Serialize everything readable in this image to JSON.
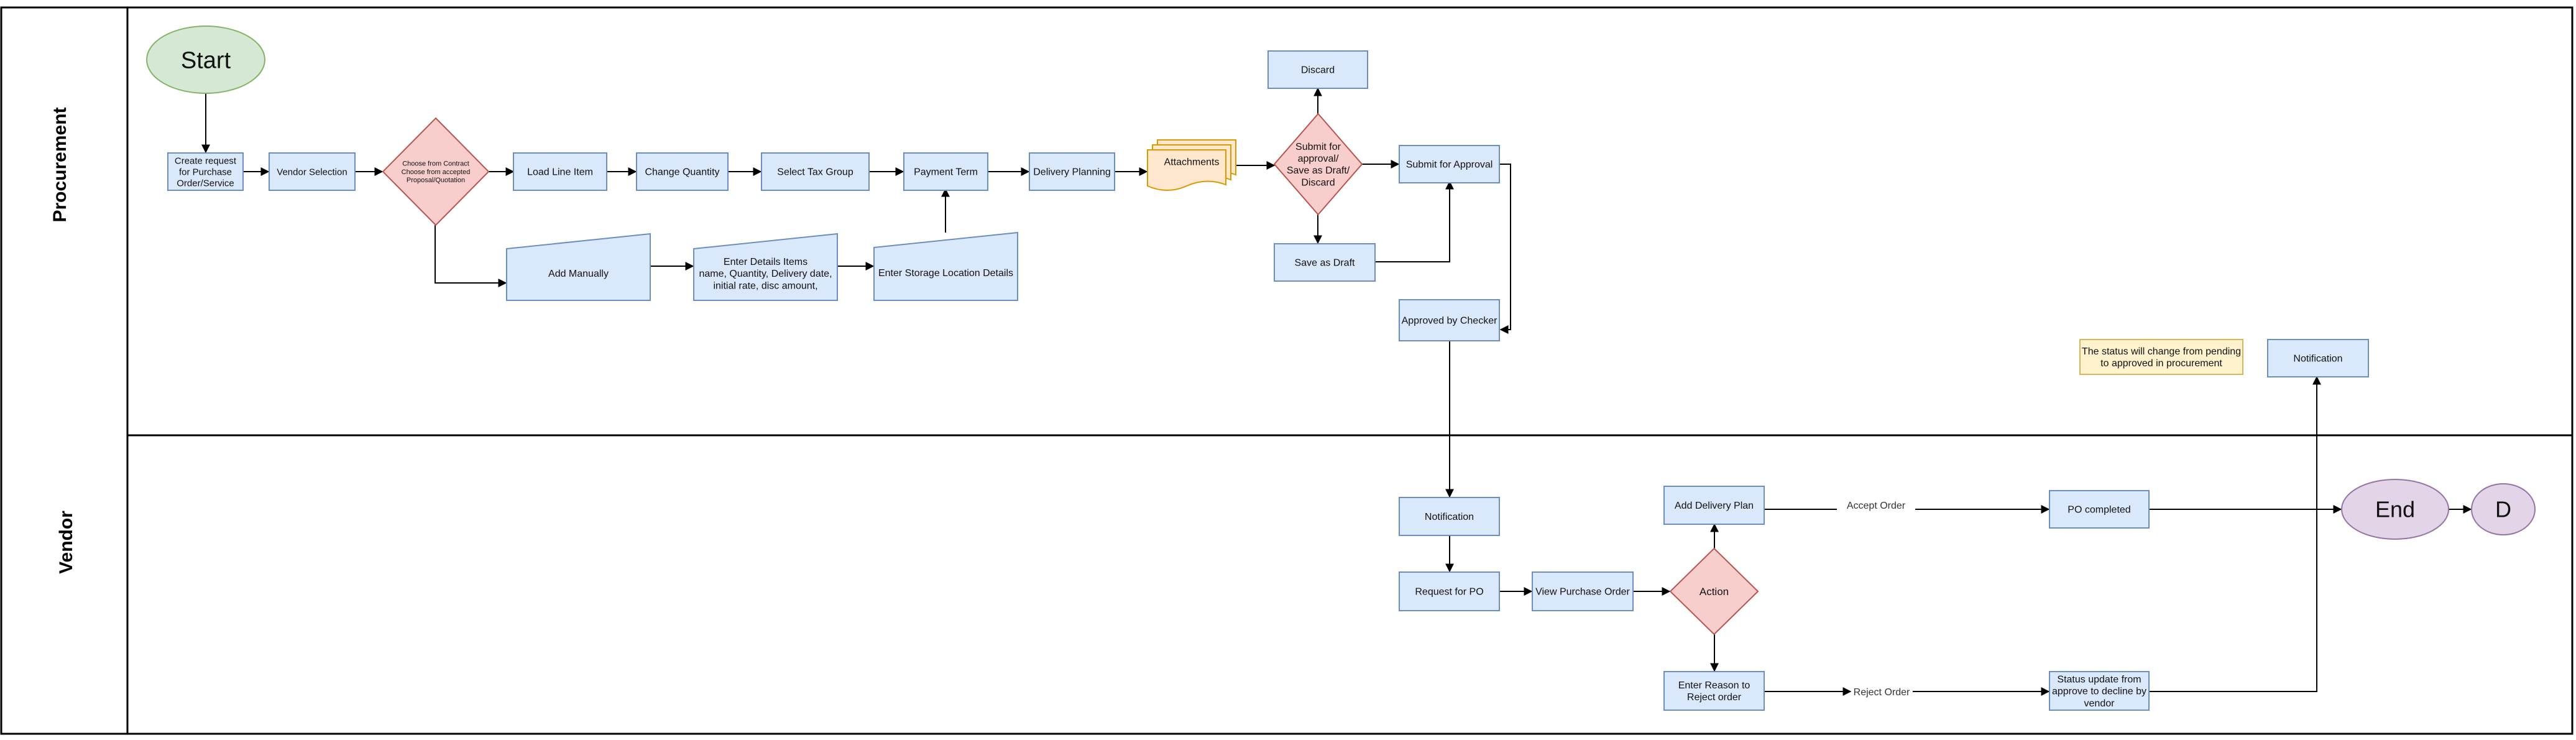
{
  "colors": {
    "process_fill": "#dae8fc",
    "process_stroke": "#6c8ebf",
    "decision_fill": "#f8cecc",
    "decision_stroke": "#b85450",
    "start_fill": "#d5e8d4",
    "start_stroke": "#82b366",
    "end_fill": "#e1d5e7",
    "end_stroke": "#9673a6",
    "document_fill": "#ffe6cc",
    "document_stroke": "#d79b00",
    "note_fill": "#fff2cc",
    "note_stroke": "#d6b656",
    "line": "#000000"
  },
  "lanes": {
    "procurement": "Procurement",
    "vendor": "Vendor"
  },
  "nodes": {
    "start": "Start",
    "create_request": [
      "Create request",
      "for Purchase",
      "Order/Service"
    ],
    "vendor_selection": "Vendor Selection",
    "choose_decision": [
      "Choose from Contract",
      "Choose from accepted",
      "Proposal/Quotation"
    ],
    "load_line_item": "Load Line Item",
    "change_quantity": "Change Quantity",
    "select_tax_group": "Select Tax Group",
    "payment_term": "Payment Term",
    "delivery_planning": "Delivery Planning",
    "attachments": "Attachments",
    "submit_decision": [
      "Submit for",
      "approval/",
      "Save as Draft/",
      "Discard"
    ],
    "discard": "Discard",
    "submit_for_approval": "Submit for Approval",
    "save_as_draft": "Save as Draft",
    "add_manually": "Add Manually",
    "enter_details": [
      "Enter Details Items",
      "name, Quantity, Delivery date,",
      "initial rate, disc amount,"
    ],
    "enter_storage": "Enter Storage Location Details",
    "approved_by_checker": "Approved by Checker",
    "status_note": [
      "The status will change from pending",
      "to approved in procurement"
    ],
    "notification_top": "Notification",
    "notification_vendor": "Notification",
    "request_for_po": "Request for PO",
    "view_purchase_order": "View Purchase Order",
    "action": "Action",
    "add_delivery_plan": "Add Delivery Plan",
    "po_completed": "PO completed",
    "end": "End",
    "d_node": "D",
    "enter_reason": [
      "Enter Reason to",
      "Reject order"
    ],
    "status_update": [
      "Status update from",
      "approve to decline by",
      "vendor"
    ]
  },
  "edge_labels": {
    "accept_order": "Accept Order",
    "reject_order": "Reject Order"
  }
}
